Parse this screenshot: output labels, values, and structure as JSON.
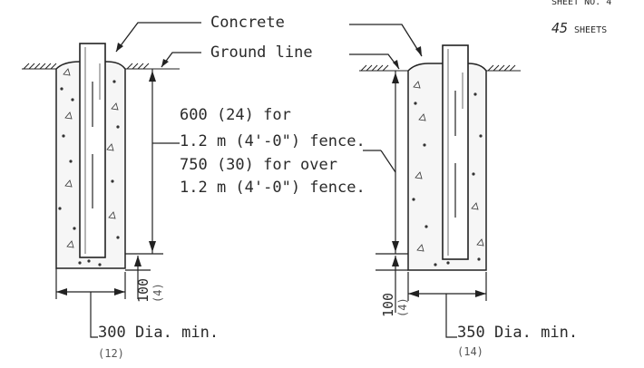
{
  "header": {
    "sheet_no": "SHEET NO. 4",
    "sheets_count": "45",
    "sheets_word": "SHEETS"
  },
  "labels": {
    "concrete": "Concrete",
    "ground_line": "Ground line",
    "depth_line1": "600 (24) for",
    "depth_line2": "1.2 m (4'-0\") fence.",
    "depth_line3": "750 (30) for over",
    "depth_line4": "1.2 m (4'-0\") fence."
  },
  "left_post": {
    "offset_value": "100",
    "offset_imperial": "(4)",
    "diameter": "300 Dia. min.",
    "diameter_imperial": "(12)"
  },
  "right_post": {
    "offset_value": "100",
    "offset_imperial": "(4)",
    "diameter": "350 Dia. min.",
    "diameter_imperial": "(14)"
  },
  "colors": {
    "ink": "#222222",
    "concrete_fill": "#f6f6f6"
  }
}
